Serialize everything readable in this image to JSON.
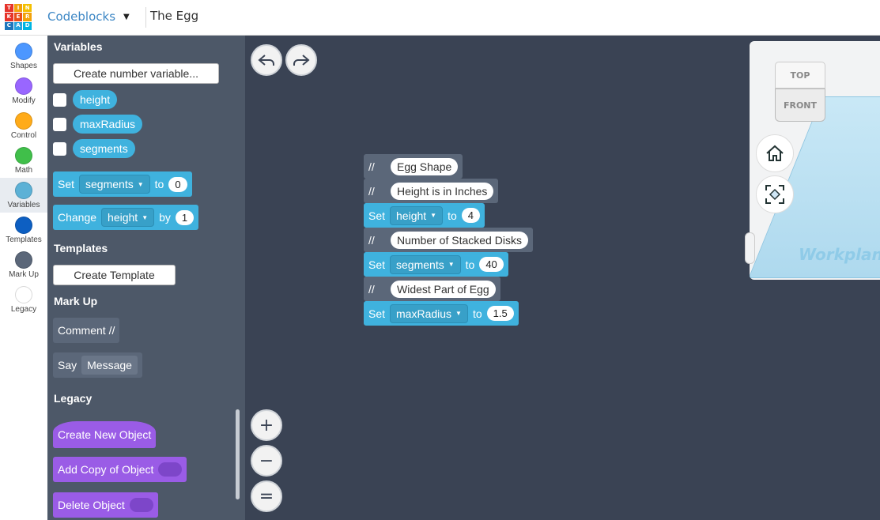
{
  "app": {
    "logo_letters": [
      "T",
      "I",
      "N",
      "K",
      "E",
      "R",
      "C",
      "A",
      "D"
    ],
    "logo_colors": [
      "#e6332a",
      "#f2a20b",
      "#f4c000",
      "#e6332a",
      "#e84e1b",
      "#f2a20b",
      "#1c75bc",
      "#27a3dd",
      "#00b5e2"
    ],
    "editor_mode": "Codeblocks",
    "design_title": "The Egg"
  },
  "categories": [
    {
      "label": "Shapes",
      "color": "#4c97ff",
      "icon": "shapes-icon"
    },
    {
      "label": "Modify",
      "color": "#9966ff",
      "icon": "modify-icon"
    },
    {
      "label": "Control",
      "color": "#ffab19",
      "icon": "control-icon"
    },
    {
      "label": "Math",
      "color": "#40bf4a",
      "icon": "math-icon"
    },
    {
      "label": "Variables",
      "color": "#5cb1d6",
      "icon": "variables-icon",
      "active": true
    },
    {
      "label": "Templates",
      "color": "#0d5fc2",
      "icon": "templates-icon"
    },
    {
      "label": "Mark Up",
      "color": "#5b6779",
      "icon": "markup-icon"
    },
    {
      "label": "Legacy",
      "color": "#ffffff",
      "icon": "legacy-icon"
    }
  ],
  "palette": {
    "variables_heading": "Variables",
    "create_variable_label": "Create number variable...",
    "variables": [
      "height",
      "maxRadius",
      "segments"
    ],
    "set_block": {
      "set": "Set",
      "var": "segments",
      "to": "to",
      "value": "0"
    },
    "change_block": {
      "change": "Change",
      "var": "height",
      "by": "by",
      "value": "1"
    },
    "templates_heading": "Templates",
    "create_template_label": "Create Template",
    "markup_heading": "Mark Up",
    "comment_block": "Comment //",
    "say_block": {
      "say": "Say",
      "message": "Message"
    },
    "legacy_heading": "Legacy",
    "legacy_blocks": [
      "Create New Object",
      "Add Copy of Object",
      "Delete Object"
    ]
  },
  "script": [
    {
      "kind": "comment",
      "prefix": "//",
      "text": "Egg Shape"
    },
    {
      "kind": "comment",
      "prefix": "//",
      "text": "Height is in Inches"
    },
    {
      "kind": "set",
      "set": "Set",
      "var": "height",
      "to": "to",
      "value": "4"
    },
    {
      "kind": "comment",
      "prefix": "//",
      "text": "Number of Stacked Disks"
    },
    {
      "kind": "set",
      "set": "Set",
      "var": "segments",
      "to": "to",
      "value": "40"
    },
    {
      "kind": "comment",
      "prefix": "//",
      "text": "Widest Part of Egg"
    },
    {
      "kind": "set",
      "set": "Set",
      "var": "maxRadius",
      "to": "to",
      "value": "1.5"
    }
  ],
  "viewer": {
    "cube_top": "TOP",
    "cube_front": "FRONT",
    "workplane_label": "Workplane"
  }
}
